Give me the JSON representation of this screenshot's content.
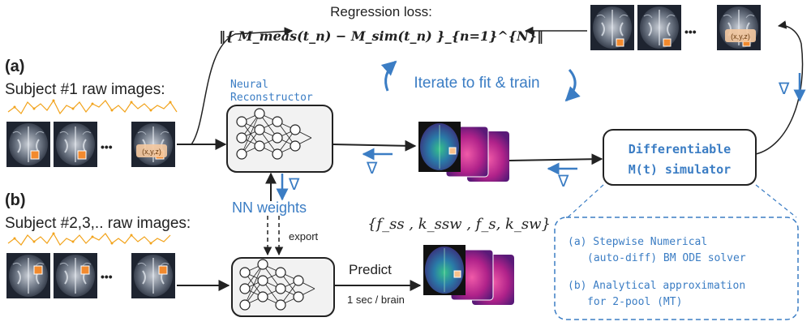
{
  "section_a": {
    "label": "(a)",
    "subject": "Subject #1 raw images:"
  },
  "section_b": {
    "label": "(b)",
    "subject": "Subject #2,3,.. raw images:"
  },
  "loss": {
    "title": "Regression loss:",
    "formula": "‖{ M_meas(t_n) − M_sim(t_n) }_{n=1}^{N}‖"
  },
  "iterate_label": "Iterate to fit & train",
  "reconstructor_label_line1": "Neural",
  "reconstructor_label_line2": "Reconstructor",
  "nn_weights_label": "NN weights",
  "export_label": "export",
  "predict_label": "Predict",
  "speed_label": "1 sec / brain",
  "params_label": "{f_ss , k_ssw , f_s, k_sw}",
  "simulator": {
    "line1": "Differentiable",
    "line2": "M(t) simulator"
  },
  "solvers": [
    {
      "line1": "(a) Stepwise Numerical",
      "line2": "(auto-diff) BM ODE solver"
    },
    {
      "line1": "(b) Analytical approximation",
      "line2": "for 2-pool (MT)"
    }
  ],
  "voxel_coord": "(x,y,z)",
  "grad_symbol": "∇",
  "ellipsis": "•••",
  "colors": {
    "accent": "#3b7dc4",
    "signal": "#f2a31b",
    "voxel": "#f28a2e",
    "box_fill": "#f2f2f2"
  },
  "icons": [
    "arrow-icon",
    "gradient-icon",
    "neural-network-icon",
    "brain-image",
    "parameter-map-image"
  ]
}
